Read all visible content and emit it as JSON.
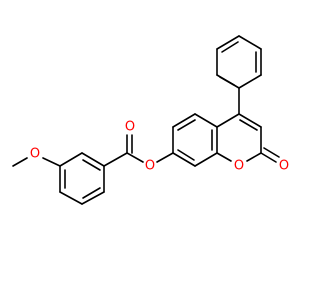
{
  "colors": {
    "background": "#ffffff",
    "bond": "#000000",
    "oxygen": "#ff0000"
  },
  "atoms": {
    "methoxy_oxygen": "O",
    "ester_oxygen_carbonyl": "O",
    "ester_oxygen_single": "O",
    "ring_oxygen": "O",
    "lactone_oxygen": "O"
  }
}
